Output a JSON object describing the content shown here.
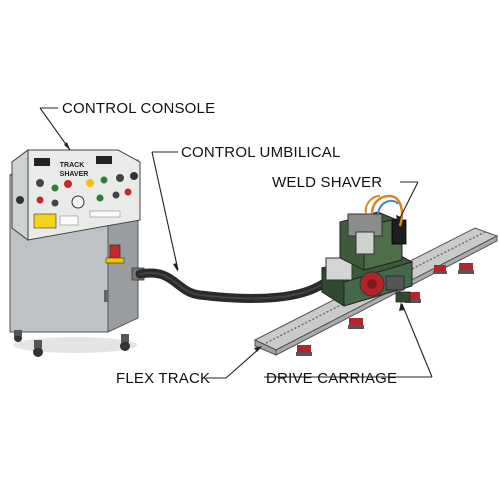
{
  "labels": {
    "control_console": "CONTROL CONSOLE",
    "control_umbilical": "CONTROL UMBILICAL",
    "weld_shaver": "WELD SHAVER",
    "flex_track": "FLEX TRACK",
    "drive_carriage": "DRIVE CARRIAGE"
  },
  "console_panel": {
    "title_line1": "TRACK",
    "title_line2": "SHAVER"
  },
  "colors": {
    "cabinet": "#b9bcbf",
    "panel": "#eef0ee",
    "carriage_green": "#3d5a3a",
    "motor_red": "#b3242b",
    "track": "#c8cac9",
    "hose": "#2a2a2a"
  }
}
